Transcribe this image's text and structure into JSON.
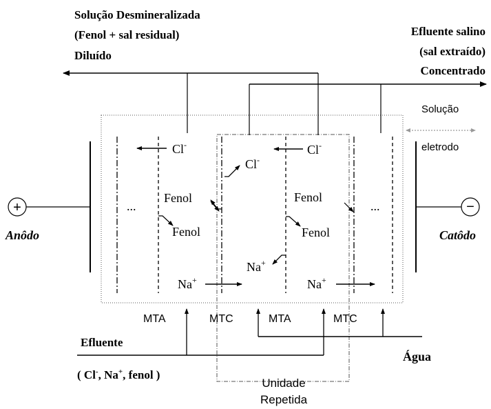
{
  "labels": {
    "dilute_line1": "Solução Desmineralizada",
    "dilute_line2": "(Fenol + sal residual)",
    "dilute_line3": "Diluído",
    "conc_line1": "Efluente salino",
    "conc_line2": "(sal extraído)",
    "conc_line3": "Concentrado",
    "electrode_line1": "Solução",
    "electrode_line2": "eletrodo",
    "anode": "Anôdo",
    "cathode": "Catôdo",
    "anode_sign": "+",
    "cathode_sign": "−",
    "ellipsis_left": "...",
    "ellipsis_right": "...",
    "cl_1": "Cl",
    "cl_2": "Cl",
    "cl_3": "Cl",
    "minus": "-",
    "plus": "+",
    "fenol_1": "Fenol",
    "fenol_2": "Fenol",
    "fenol_3": "Fenol",
    "fenol_4": "Fenol",
    "na_1": "Na",
    "na_2": "Na",
    "na_3": "Na",
    "mta_1": "MTA",
    "mtc_1": "MTC",
    "mta_2": "MTA",
    "mtc_2": "MTC",
    "efluente": "Efluente",
    "efluente_comp_pre": "( Cl",
    "efluente_comp_mid": ", Na",
    "efluente_comp_post": ", fenol )",
    "agua": "Água",
    "unit_line1": "Unidade",
    "unit_line2": "Repetida"
  }
}
